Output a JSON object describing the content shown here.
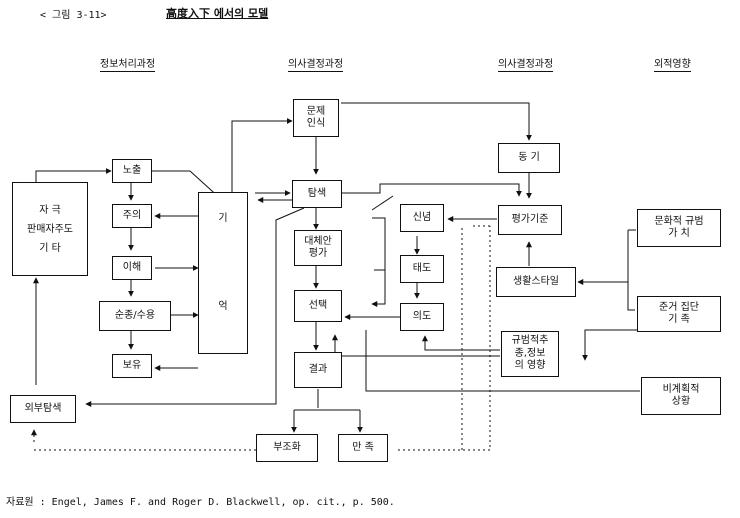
{
  "figure_label": "< 그림 3-11>",
  "title": "高度入下 에서의 모델",
  "columns": {
    "info_processing": "정보처리과정",
    "decision1": "의사결정과정",
    "decision2": "의사결정과정",
    "external": "외적영향"
  },
  "boxes": {
    "stimulus": "자   극\n판매자주도\n기   타",
    "exposure": "노출",
    "attention": "주의",
    "comprehension": "이해",
    "acceptance": "순종/수용",
    "retention": "보유",
    "memory_top": "기",
    "memory_bottom": "억",
    "problem": "문제\n인식",
    "search": "탐색",
    "alternative": "대체안\n평가",
    "choice": "선택",
    "outcome": "결과",
    "dissonance": "부조화",
    "satisfaction": "만  족",
    "external_search": "외부탐색",
    "motive": "동  기",
    "criteria": "평가기준",
    "belief": "신념",
    "attitude": "태도",
    "intention": "의도",
    "lifestyle": "생활스타일",
    "normative": "규범적추\n종,정보\n의 영향",
    "culture": "문화적 규범\n가     치",
    "reference": "준거 집단\n기   족",
    "unexpected": "비계획적\n상황"
  },
  "source": "자료원 : Engel, James F. and Roger D. Blackwell, op. cit., p. 500."
}
